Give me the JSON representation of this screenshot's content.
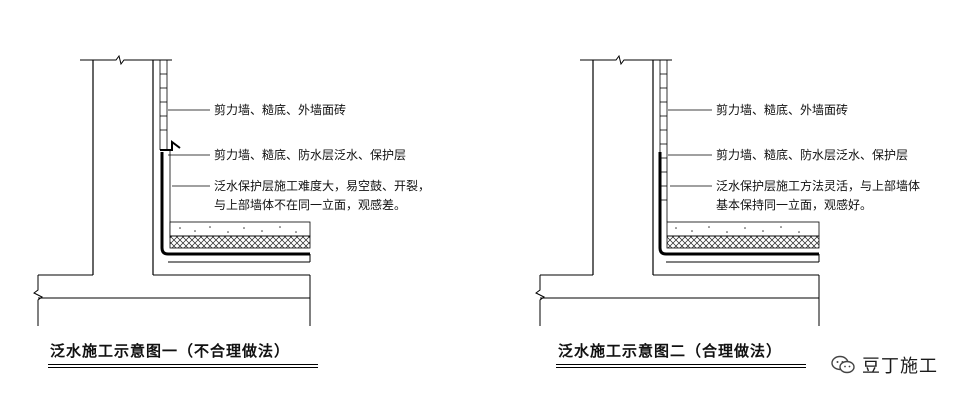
{
  "figures": [
    {
      "id": "left",
      "notes": [
        "剪力墙、糙底、外墙面砖",
        "剪力墙、糙底、防水层泛水、保护层",
        "泛水保护层施工难度大，易空鼓、开裂，",
        "与上部墙体不在同一立面，观感差。"
      ],
      "caption": "泛水施工示意图一（不合理做法）"
    },
    {
      "id": "right",
      "notes": [
        "剪力墙、糙底、外墙面砖",
        "剪力墙、糙底、防水层泛水、保护层",
        "泛水保护层施工方法灵活，与上部墙体",
        "基本保持同一立面，观感好。"
      ],
      "caption": "泛水施工示意图二（合理做法）"
    }
  ],
  "watermark": {
    "text": "豆丁施工",
    "icon": "wechat-icon"
  }
}
